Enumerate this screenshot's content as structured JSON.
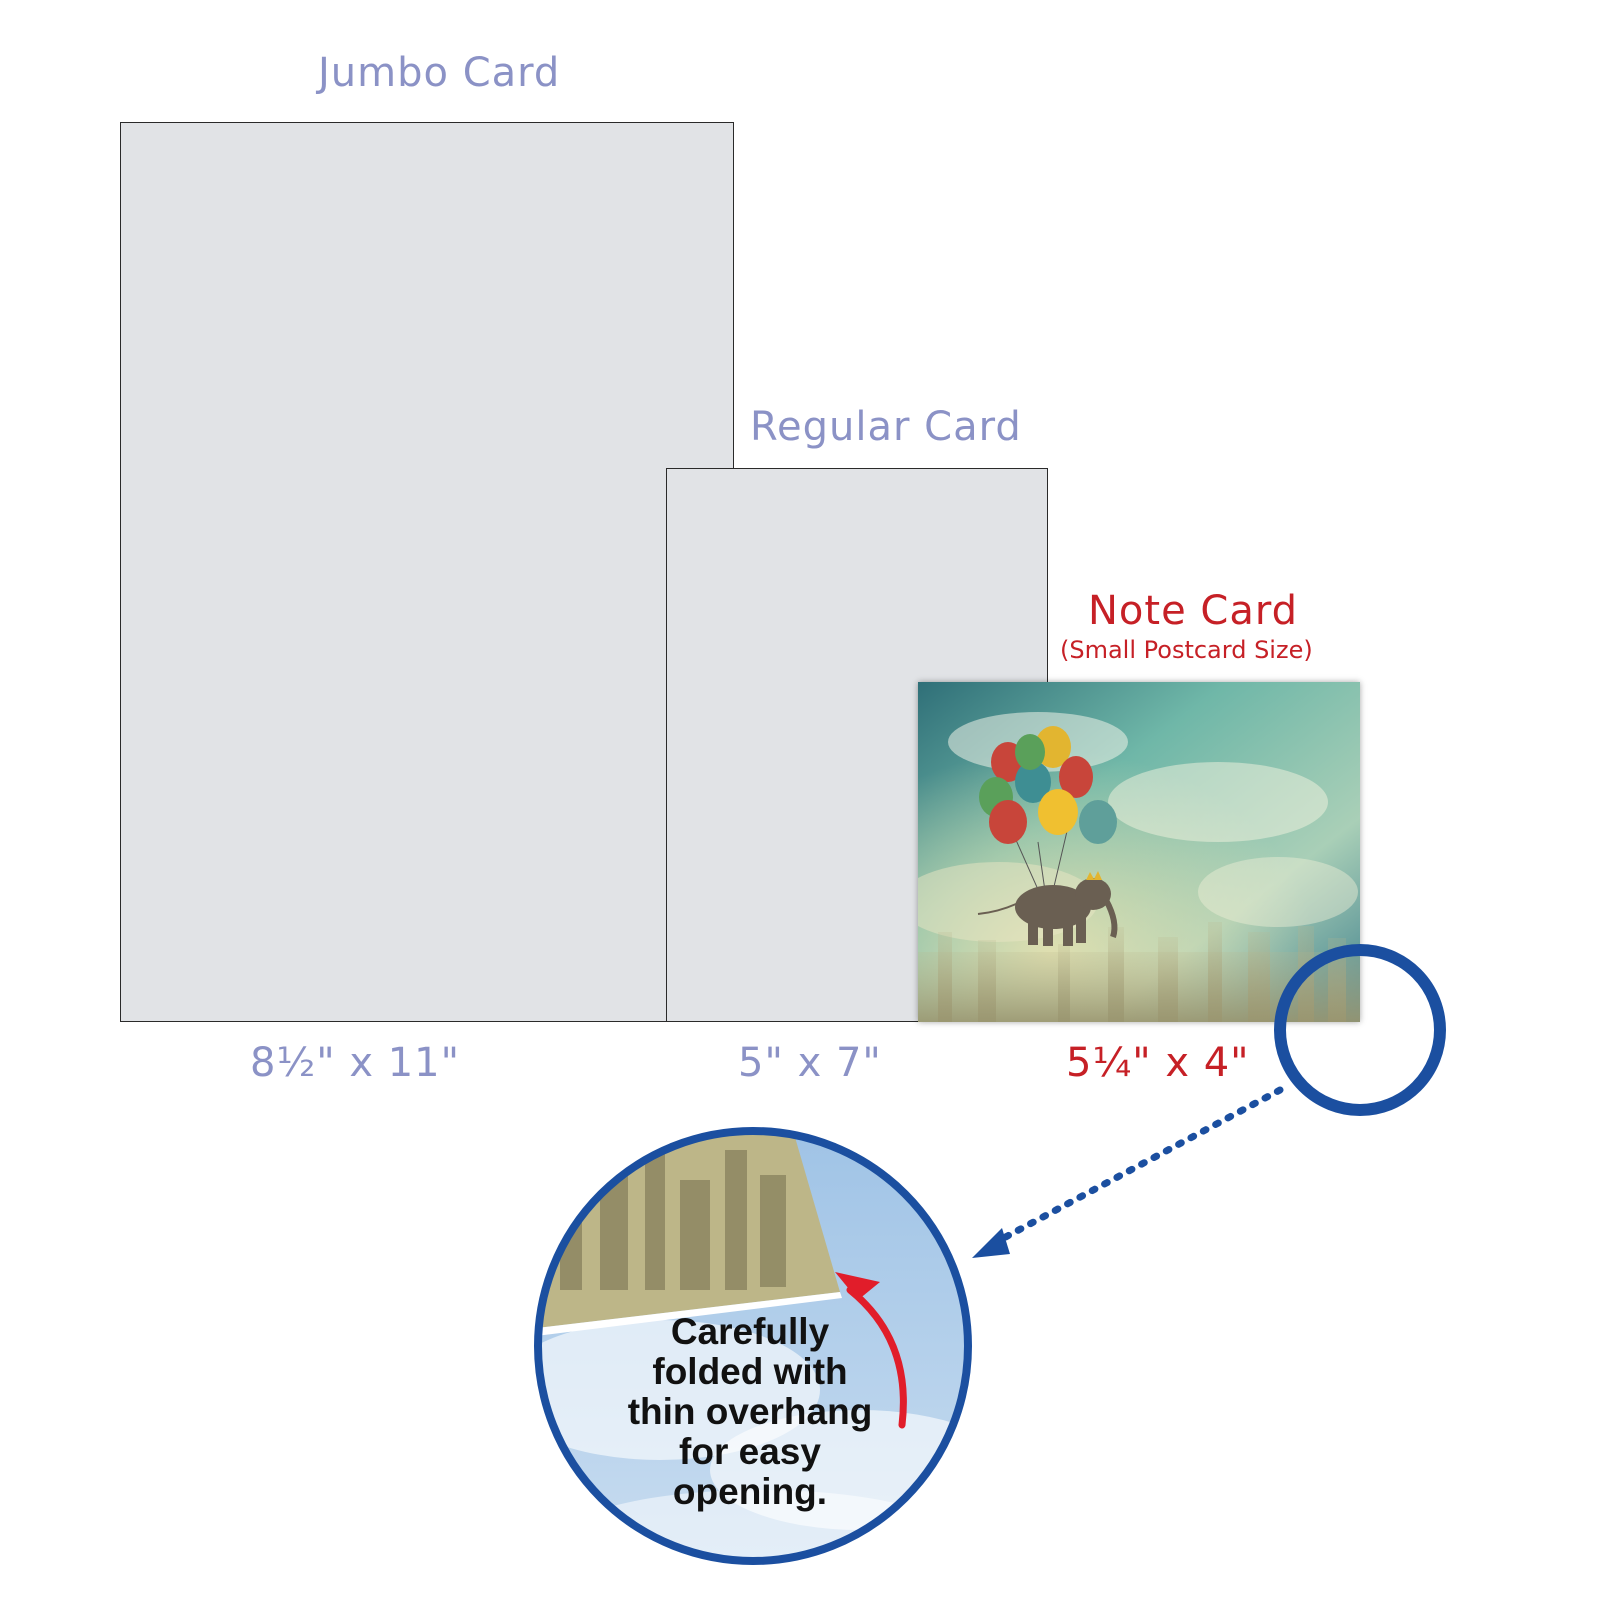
{
  "cards": {
    "jumbo": {
      "title": "Jumbo Card",
      "size": "8½\"  x 11\""
    },
    "regular": {
      "title": "Regular Card",
      "size": "5\" x 7\""
    },
    "note": {
      "title": "Note Card",
      "subtitle": "(Small Postcard Size)",
      "size": "5¼\" x 4\""
    }
  },
  "callout": {
    "lines": [
      "Carefully",
      "folded with",
      "thin overhang",
      "for easy",
      "opening."
    ]
  },
  "colors": {
    "label_blue": "#8b92c6",
    "note_red": "#c62026",
    "circle_blue": "#1b4fa0",
    "arrow_red": "#e11d2a",
    "card_gray": "#e1e3e6"
  }
}
